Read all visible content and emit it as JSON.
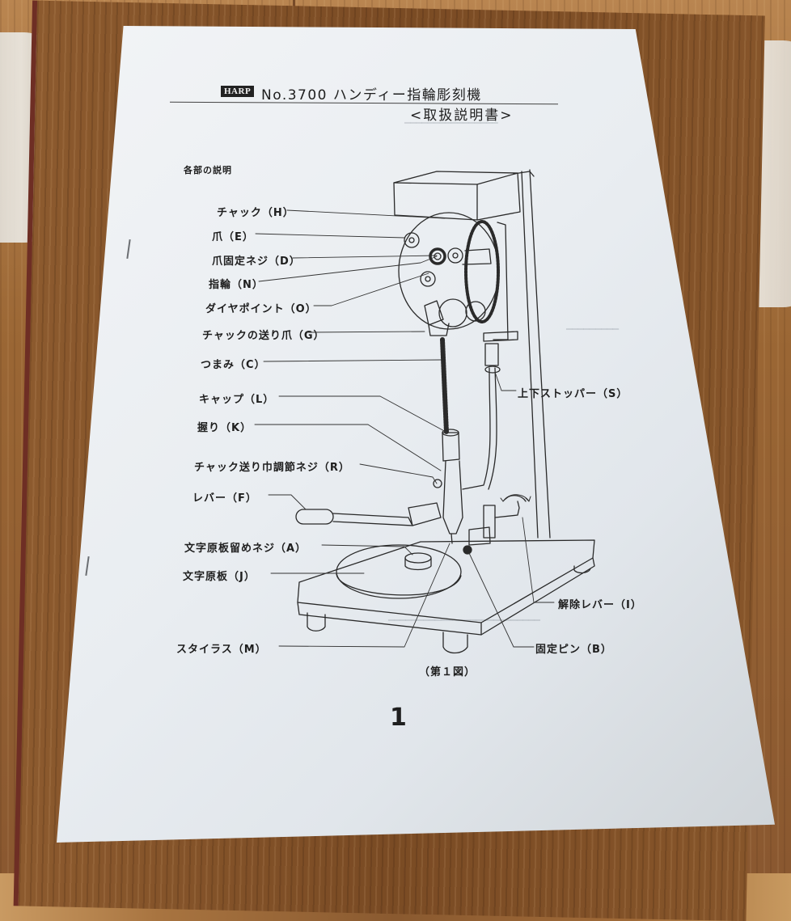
{
  "document": {
    "brand_logo": "HARP",
    "title": "No.3700 ハンディー指輪彫刻機",
    "subtitle": "<取扱説明書>",
    "section_heading": "各部の説明",
    "figure_caption": "（第１図）",
    "page_number": "1"
  },
  "parts_left": [
    {
      "label": "チャック（H）"
    },
    {
      "label": "爪（E）"
    },
    {
      "label": "爪固定ネジ（D）"
    },
    {
      "label": "指輪（N）"
    },
    {
      "label": "ダイヤポイント（O）"
    },
    {
      "label": "チャックの送り爪（G）"
    },
    {
      "label": "つまみ（C）"
    },
    {
      "label": "キャップ（L）"
    },
    {
      "label": "握り（K）"
    },
    {
      "label": "チャック送り巾調節ネジ（R）"
    },
    {
      "label": "レバー（F）"
    },
    {
      "label": "文字原板留めネジ（A）"
    },
    {
      "label": "文字原板（J）"
    },
    {
      "label": "スタイラス（M）"
    }
  ],
  "parts_right": [
    {
      "label": "上下ストッパー（S）"
    },
    {
      "label": "解除レバー（I）"
    },
    {
      "label": "固定ピン（B）"
    }
  ],
  "colors": {
    "paper": "#eaeef2",
    "ink": "#1e1e1e",
    "wood": "#8c5a2e",
    "board_edge": "#6e2e24"
  }
}
